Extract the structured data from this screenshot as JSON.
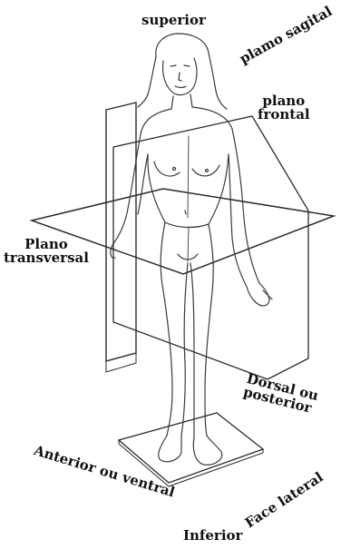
{
  "labels": {
    "superior": "superior",
    "sagittal_plane": "plamo sagital",
    "frontal_plane": [
      "plano",
      "frontal"
    ],
    "transverse_plane": [
      "Plano",
      "transversal"
    ],
    "dorsal": [
      "Dorsal ou",
      "posterior"
    ],
    "anterior": "Anterior ou ventral",
    "lateral": "Face lateral",
    "inferior": "Inferior"
  },
  "colors": {
    "ink": "#111111",
    "line": "#3a3a3a",
    "plane_edge": "#2b2b2b",
    "background": "#ffffff"
  }
}
